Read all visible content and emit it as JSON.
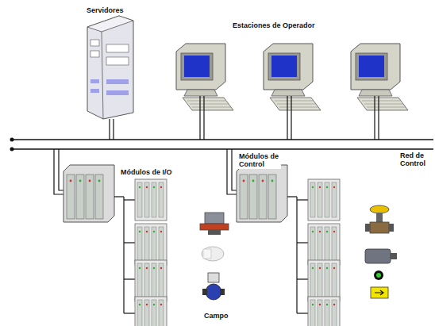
{
  "diagram": {
    "labels": [
      "Servidores",
      "Estaciones de Operador",
      "Red de Control",
      "Módulos de I/O",
      "Módulos de Control",
      "Campo"
    ]
  }
}
